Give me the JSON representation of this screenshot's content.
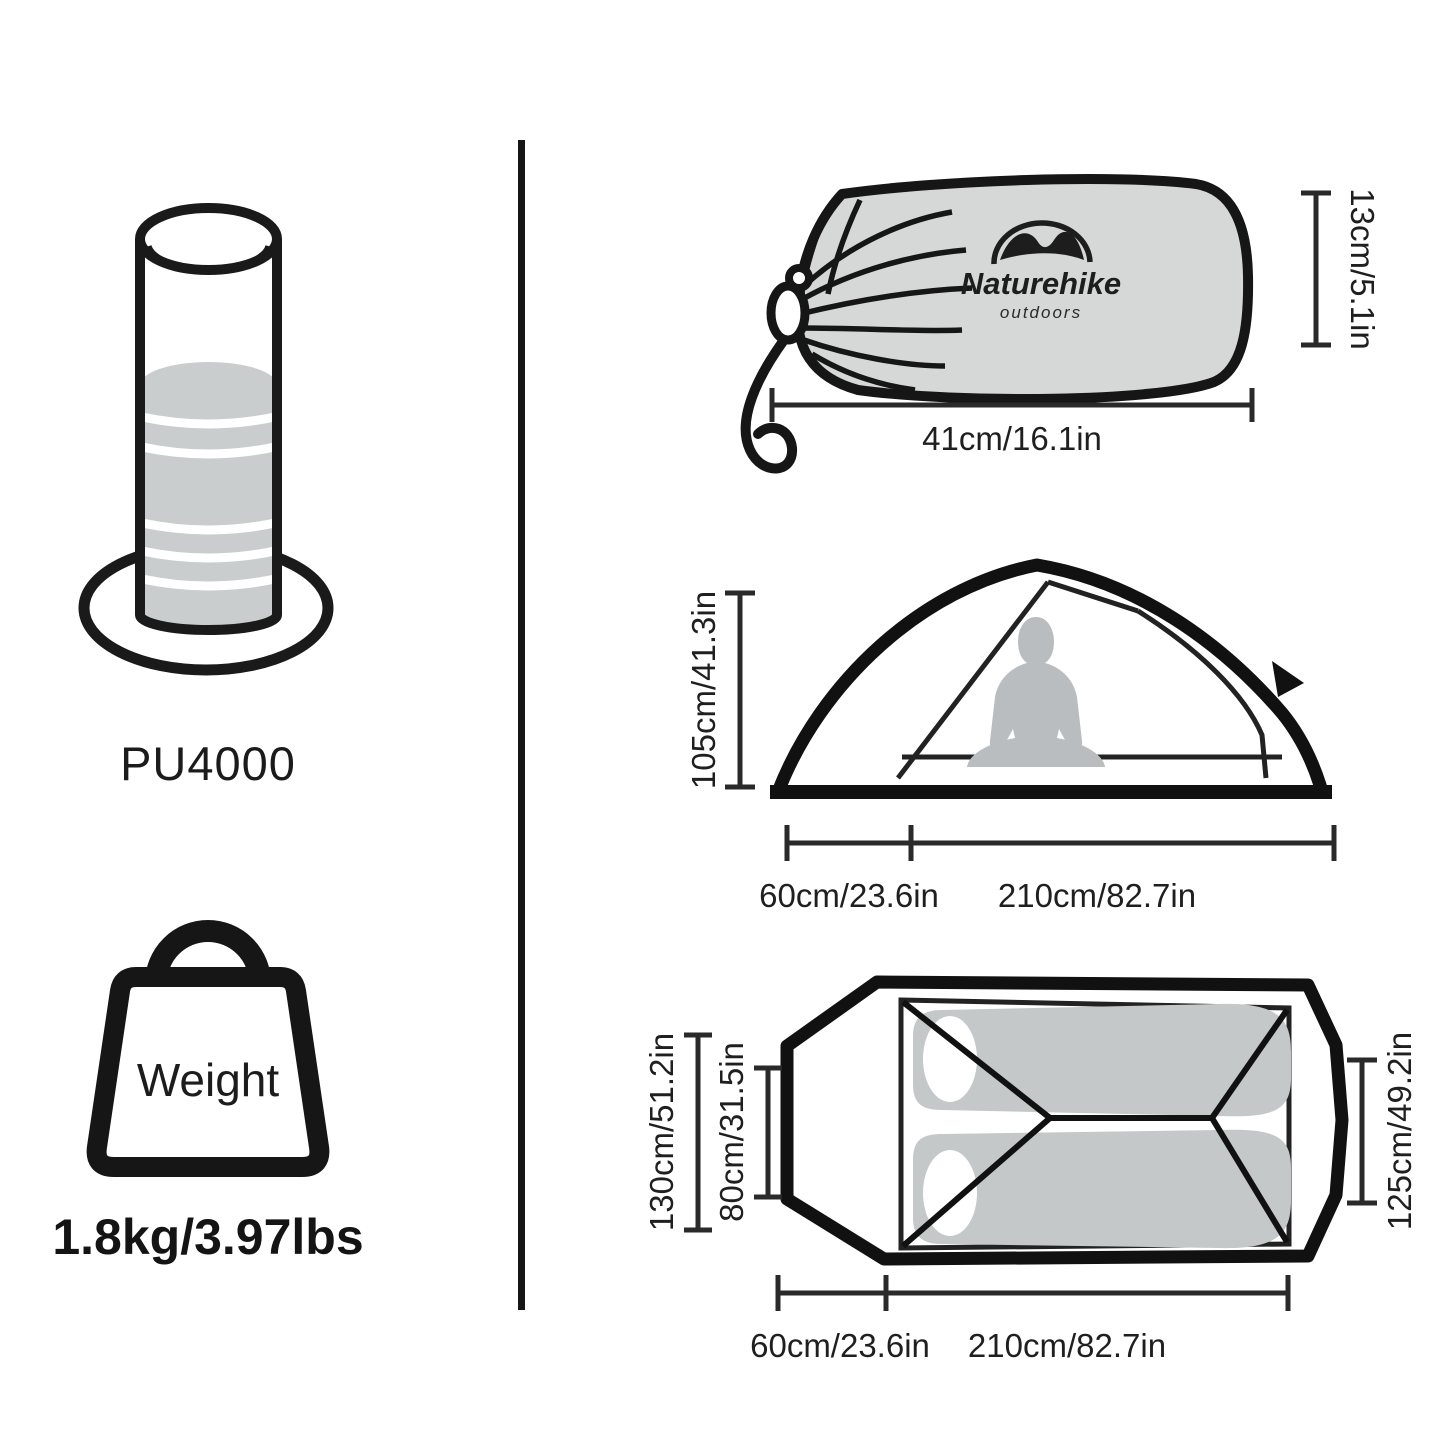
{
  "left_panel": {
    "waterproof_rating": "PU4000",
    "weight_icon_label": "Weight",
    "weight_value": "1.8kg/3.97lbs"
  },
  "carry_bag": {
    "brand": "Naturehike",
    "brand_tagline": "outdoors",
    "diameter": "13cm/5.1in",
    "length": "41cm/16.1in"
  },
  "side_view": {
    "height": "105cm/41.3in",
    "vestibule_depth": "60cm/23.6in",
    "floor_length": "210cm/82.7in"
  },
  "floor_plan": {
    "outer_width": "130cm/51.2in",
    "inner_width": "80cm/31.5in",
    "rear_width": "125cm/49.2in",
    "vestibule_depth": "60cm/23.6in",
    "floor_length": "210cm/82.7in"
  },
  "colors": {
    "line": "#161616",
    "bag_fill": "#d6d7d7",
    "liquid_fill": "#c9cdce",
    "pad_fill": "#c4c8c9",
    "person_fill": "#b9bdbf"
  }
}
